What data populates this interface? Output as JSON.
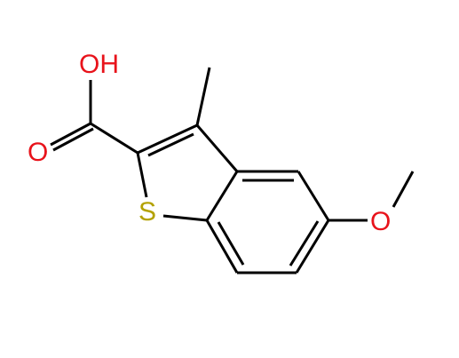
{
  "molecule": {
    "atoms": {
      "hydroxyl": {
        "label": "OH",
        "color": "#e8131b"
      },
      "carbonyl_oxygen": {
        "label": "O",
        "color": "#e8131b"
      },
      "sulfur": {
        "label": "S",
        "color": "#b3a100"
      },
      "methoxy_oxygen": {
        "label": "O",
        "color": "#e8131b"
      }
    },
    "bond_color": "#000000"
  }
}
